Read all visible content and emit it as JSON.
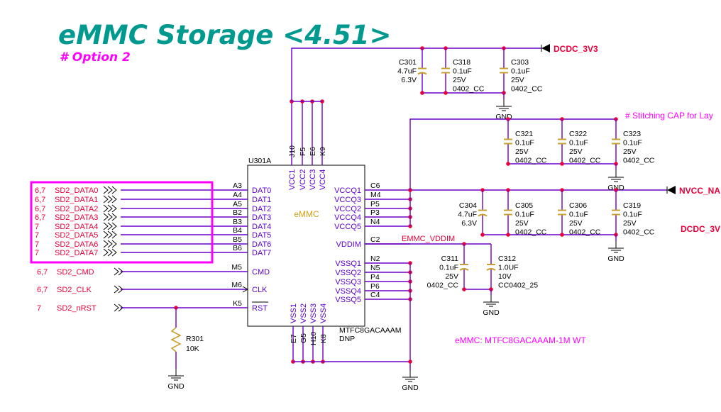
{
  "title": "eMMC Storage <4.51>",
  "option": "# Option 2",
  "stitch_note": "# Stitching CAP for Lay",
  "part_note": "eMMC: MTFC8GACAAAM-1M WT",
  "rails": {
    "dcdc_top": "DCDC_3V3",
    "nvcc": "NVCC_NA",
    "dcdc_bottom": "DCDC_3V",
    "emmc_vddim": "EMMC_VDDIM"
  },
  "gnd": "GND",
  "chip": {
    "ref": "U301A",
    "name": "eMMC",
    "part": "MTFC8GACAAAM",
    "dnp": "DNP",
    "left_pins": [
      {
        "num": "A3",
        "name": "DAT0"
      },
      {
        "num": "A4",
        "name": "DAT1"
      },
      {
        "num": "A5",
        "name": "DAT2"
      },
      {
        "num": "B2",
        "name": "DAT3"
      },
      {
        "num": "B3",
        "name": "DAT4"
      },
      {
        "num": "B4",
        "name": "DAT5"
      },
      {
        "num": "B5",
        "name": "DAT6"
      },
      {
        "num": "B6",
        "name": "DAT7"
      },
      {
        "num": "M5",
        "name": "CMD"
      },
      {
        "num": "M6",
        "name": "CLK"
      },
      {
        "num": "K5",
        "name": "RST"
      }
    ],
    "right_pins": [
      {
        "num": "C6",
        "name": "VCCQ1"
      },
      {
        "num": "M4",
        "name": "VCCQ3"
      },
      {
        "num": "P5",
        "name": "VCCQ2"
      },
      {
        "num": "P3",
        "name": "VCCQ4"
      },
      {
        "num": "N4",
        "name": "VCCQ5"
      },
      {
        "num": "C2",
        "name": "VDDIM"
      },
      {
        "num": "N2",
        "name": "VSSQ1"
      },
      {
        "num": "N5",
        "name": "VSSQ2"
      },
      {
        "num": "P4",
        "name": "VSSQ3"
      },
      {
        "num": "P6",
        "name": "VSSQ4"
      },
      {
        "num": "C4",
        "name": "VSSQ5"
      }
    ],
    "top_pins": [
      {
        "num": "J10",
        "name": "VCC1"
      },
      {
        "num": "F5",
        "name": "VCC2"
      },
      {
        "num": "E6",
        "name": "VCC3"
      },
      {
        "num": "K9",
        "name": "VCC4"
      }
    ],
    "bottom_pins": [
      {
        "num": "E7",
        "name": "VSS1"
      },
      {
        "num": "G5",
        "name": "VSS2"
      },
      {
        "num": "H10",
        "name": "VSS3"
      },
      {
        "num": "K8",
        "name": "VSS4"
      }
    ]
  },
  "signals": [
    {
      "sheet": "6,7",
      "name": "SD2_DATA0"
    },
    {
      "sheet": "6,7",
      "name": "SD2_DATA1"
    },
    {
      "sheet": "6,7",
      "name": "SD2_DATA2"
    },
    {
      "sheet": "6,7",
      "name": "SD2_DATA3"
    },
    {
      "sheet": "7",
      "name": "SD2_DATA4"
    },
    {
      "sheet": "7",
      "name": "SD2_DATA5"
    },
    {
      "sheet": "7",
      "name": "SD2_DATA6"
    },
    {
      "sheet": "7",
      "name": "SD2_DATA7"
    },
    {
      "sheet": "6,7",
      "name": "SD2_CMD"
    },
    {
      "sheet": "6,7",
      "name": "SD2_CLK"
    },
    {
      "sheet": "7",
      "name": "SD2_nRST"
    }
  ],
  "resistor": {
    "ref": "R301",
    "value": "10K"
  },
  "caps": {
    "top": [
      {
        "ref": "C301",
        "value": "4.7uF",
        "volt": "6.3V",
        "pkg": ""
      },
      {
        "ref": "C318",
        "value": "0.1uF",
        "volt": "25V",
        "pkg": "0402_CC"
      },
      {
        "ref": "C303",
        "value": "0.1uF",
        "volt": "25V",
        "pkg": "0402_CC"
      }
    ],
    "stitch": [
      {
        "ref": "C321",
        "value": "0.1uF",
        "volt": "25V",
        "pkg": "0402_CC"
      },
      {
        "ref": "C322",
        "value": "0.1uF",
        "volt": "25V",
        "pkg": "0402_CC"
      },
      {
        "ref": "C323",
        "value": "0.1uF",
        "volt": "25V",
        "pkg": "0402_CC"
      }
    ],
    "nvcc": [
      {
        "ref": "C304",
        "value": "4.7uF",
        "volt": "6.3V",
        "pkg": ""
      },
      {
        "ref": "C305",
        "value": "0.1uF",
        "volt": "25V",
        "pkg": "0402_CC"
      },
      {
        "ref": "C306",
        "value": "0.1uF",
        "volt": "25V",
        "pkg": "0402_CC"
      },
      {
        "ref": "C319",
        "value": "0.1uF",
        "volt": "25V",
        "pkg": "0402_CC"
      }
    ],
    "vddim": [
      {
        "ref": "C311",
        "value": "0.1uF",
        "volt": "25V",
        "pkg": "0402_CC"
      },
      {
        "ref": "C312",
        "value": "1.0UF",
        "volt": "10V",
        "pkg": "CC0402_25"
      }
    ]
  }
}
